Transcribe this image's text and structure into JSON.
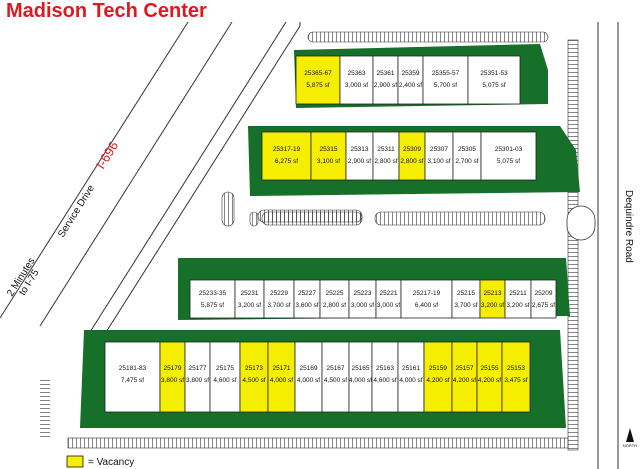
{
  "title": "Madison Tech Center",
  "highway": "I-696",
  "service_drive": "Service Drive",
  "to_i75": "2 Minutes to I-75",
  "dequindre": "Dequindre Road",
  "north": "NORTH",
  "legend_label": "= Vacancy",
  "colors": {
    "vacancy": "#f5ee00",
    "landscape": "#16702a",
    "road_line": "#333333"
  },
  "buildings": [
    {
      "id": "bldg-1",
      "units": [
        {
          "number": "25365-67",
          "sf": "5,875 sf",
          "vacant": true
        },
        {
          "number": "25363",
          "sf": "3,000 sf",
          "vacant": false
        },
        {
          "number": "25361",
          "sf": "2,900 sf",
          "vacant": false
        },
        {
          "number": "25359",
          "sf": "2,400 sf",
          "vacant": false
        },
        {
          "number": "25355-57",
          "sf": "5,700 sf",
          "vacant": false
        },
        {
          "number": "25351-53",
          "sf": "5,075 sf",
          "vacant": false
        }
      ]
    },
    {
      "id": "bldg-2",
      "units": [
        {
          "number": "25317-19",
          "sf": "6,275 sf",
          "vacant": true
        },
        {
          "number": "25315",
          "sf": "3,100 sf",
          "vacant": true
        },
        {
          "number": "25313",
          "sf": "2,900 sf",
          "vacant": false
        },
        {
          "number": "25311",
          "sf": "2,800 sf",
          "vacant": false
        },
        {
          "number": "25309",
          "sf": "2,800 sf",
          "vacant": true
        },
        {
          "number": "25307",
          "sf": "3,100 sf",
          "vacant": false
        },
        {
          "number": "25305",
          "sf": "2,700 sf",
          "vacant": false
        },
        {
          "number": "25301-03",
          "sf": "5,075 sf",
          "vacant": false
        }
      ]
    },
    {
      "id": "bldg-3",
      "units": [
        {
          "number": "25233-35",
          "sf": "5,875 sf",
          "vacant": false
        },
        {
          "number": "25231",
          "sf": "3,200 sf",
          "vacant": false
        },
        {
          "number": "25229",
          "sf": "3,700 sf",
          "vacant": false
        },
        {
          "number": "25227",
          "sf": "3,600 sf",
          "vacant": false
        },
        {
          "number": "25225",
          "sf": "2,800 sf",
          "vacant": false
        },
        {
          "number": "25223",
          "sf": "3,000 sf",
          "vacant": false
        },
        {
          "number": "25221",
          "sf": "3,000 sf",
          "vacant": false
        },
        {
          "number": "25217-19",
          "sf": "6,400 sf",
          "vacant": false
        },
        {
          "number": "25215",
          "sf": "3,700 sf",
          "vacant": false
        },
        {
          "number": "25213",
          "sf": "3,200 sf",
          "vacant": true
        },
        {
          "number": "25211",
          "sf": "3,200 sf",
          "vacant": false
        },
        {
          "number": "25209",
          "sf": "2,675 sf",
          "vacant": false
        }
      ]
    },
    {
      "id": "bldg-4",
      "units": [
        {
          "number": "25181-83",
          "sf": "7,475 sf",
          "vacant": false
        },
        {
          "number": "25179",
          "sf": "3,800 sf",
          "vacant": true
        },
        {
          "number": "25177",
          "sf": "3,800 sf",
          "vacant": false
        },
        {
          "number": "25175",
          "sf": "4,600 sf",
          "vacant": false
        },
        {
          "number": "25173",
          "sf": "4,500 sf",
          "vacant": true
        },
        {
          "number": "25171",
          "sf": "4,000 sf",
          "vacant": true
        },
        {
          "number": "25169",
          "sf": "4,000 sf",
          "vacant": false
        },
        {
          "number": "25167",
          "sf": "4,500 sf",
          "vacant": false
        },
        {
          "number": "25165",
          "sf": "4,000 sf",
          "vacant": false
        },
        {
          "number": "25163",
          "sf": "4,600 sf",
          "vacant": false
        },
        {
          "number": "25161",
          "sf": "4,000 sf",
          "vacant": false
        },
        {
          "number": "25159",
          "sf": "4,200 sf",
          "vacant": true
        },
        {
          "number": "25157",
          "sf": "4,200 sf",
          "vacant": true
        },
        {
          "number": "25155",
          "sf": "4,200 sf",
          "vacant": true
        },
        {
          "number": "25153",
          "sf": "3,475 sf",
          "vacant": true
        }
      ]
    }
  ]
}
